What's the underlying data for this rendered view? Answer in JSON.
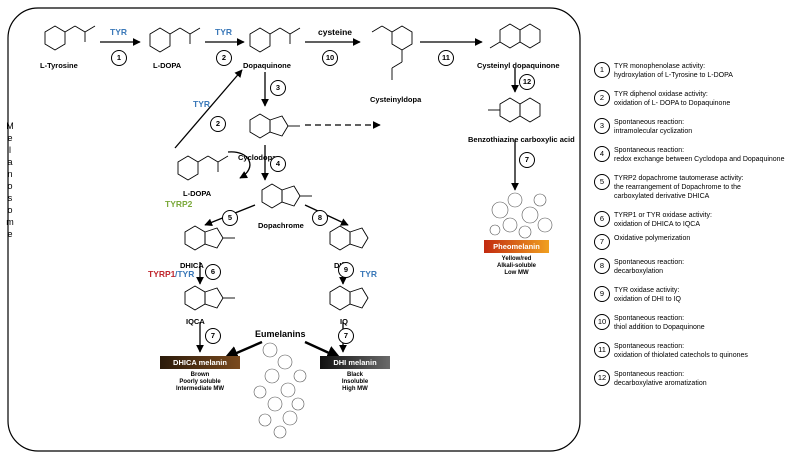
{
  "side_label": "Melanosome",
  "compounds": {
    "tyrosine": "L-Tyrosine",
    "dopa": "L-DOPA",
    "dopaquinone": "Dopaquinone",
    "cysteinyldopa": "Cysteinyldopa",
    "cysteinyl_dopaquinone": "Cysteinyl dopaquinone",
    "cyclodopa": "Cyclodopa",
    "dopa2": "L-DOPA",
    "dopachrome": "Dopachrome",
    "dhica": "DHICA",
    "dhi": "DHI",
    "iqca": "IQCA",
    "iq": "IQ",
    "btca": "Benzothiazine carboxylic acid"
  },
  "enzymes": {
    "tyr1": "TYR",
    "tyr2": "TYR",
    "cysteine": "cysteine",
    "tyr_left": "TYR",
    "tyrp2": "TYRP2",
    "tyrp1": "TYRP1",
    "tyr_slash": "/TYR",
    "tyr_dhi": "TYR"
  },
  "steps": {
    "s1": "1",
    "s2": "2",
    "s10": "10",
    "s11": "11",
    "s12": "12",
    "s3": "3",
    "s2b": "2",
    "s4": "4",
    "s5": "5",
    "s8": "8",
    "s6": "6",
    "s9": "9",
    "s7a": "7",
    "s7b": "7",
    "s7c": "7"
  },
  "melanins": {
    "eumelanins": "Eumelanins",
    "dhica_melanin": "DHICA melanin",
    "dhica_props": [
      "Brown",
      "Poorly soluble",
      "Intermediate MW"
    ],
    "dhi_melanin": "DHI melanin",
    "dhi_props": [
      "Black",
      "Insoluble",
      "High MW"
    ],
    "pheomelanin": "Pheomelanin",
    "pheo_props": [
      "Yellow/red",
      "Alkali-soluble",
      "Low MW"
    ]
  },
  "colors": {
    "tyr": "#3a78b8",
    "tyrp2": "#7aa83a",
    "tyrp1": "#c0262d",
    "dhica_melanin": "#7a4a1e",
    "dhi_melanin": "#4a4a4a",
    "pheomelanin": "#e0561c"
  },
  "legend": [
    {
      "num": "1",
      "lines": [
        "TYR monophenolase activity:",
        "hydroxylation of L-Tyrosine to L-DOPA"
      ]
    },
    {
      "num": "2",
      "lines": [
        "TYR diphenol oxidase activity:",
        "oxidation of L- DOPA to Dopaquinone"
      ]
    },
    {
      "num": "3",
      "lines": [
        "Spontaneous reaction:",
        "intramolecular cyclization"
      ]
    },
    {
      "num": "4",
      "lines": [
        "Spontaneous reaction:",
        "redox exchange between Cyclodopa and Dopaquinone"
      ]
    },
    {
      "num": "5",
      "lines": [
        "TYRP2 dopachrome tautomerase activity:",
        "the rearrangement of Dopachrome to the",
        "carboxylated derivative DHICA"
      ]
    },
    {
      "num": "6",
      "lines": [
        "TYRP1 or TYR oxidase activity:",
        "oxidation of DHICA to IQCA"
      ]
    },
    {
      "num": "7",
      "lines": [
        "Oxidative polymerization"
      ]
    },
    {
      "num": "8",
      "lines": [
        "Spontaneous reaction:",
        "decarboxylation"
      ]
    },
    {
      "num": "9",
      "lines": [
        "TYR oxidase activity:",
        "oxidation of DHI to IQ"
      ]
    },
    {
      "num": "10",
      "lines": [
        "Spontaneous reaction:",
        "thiol addition to Dopaquinone"
      ]
    },
    {
      "num": "11",
      "lines": [
        "Spontaneous reaction:",
        "oxidation of thiolated catechols to quinones"
      ]
    },
    {
      "num": "12",
      "lines": [
        "Spontaneous reaction:",
        "decarboxylative aromatization"
      ]
    }
  ]
}
